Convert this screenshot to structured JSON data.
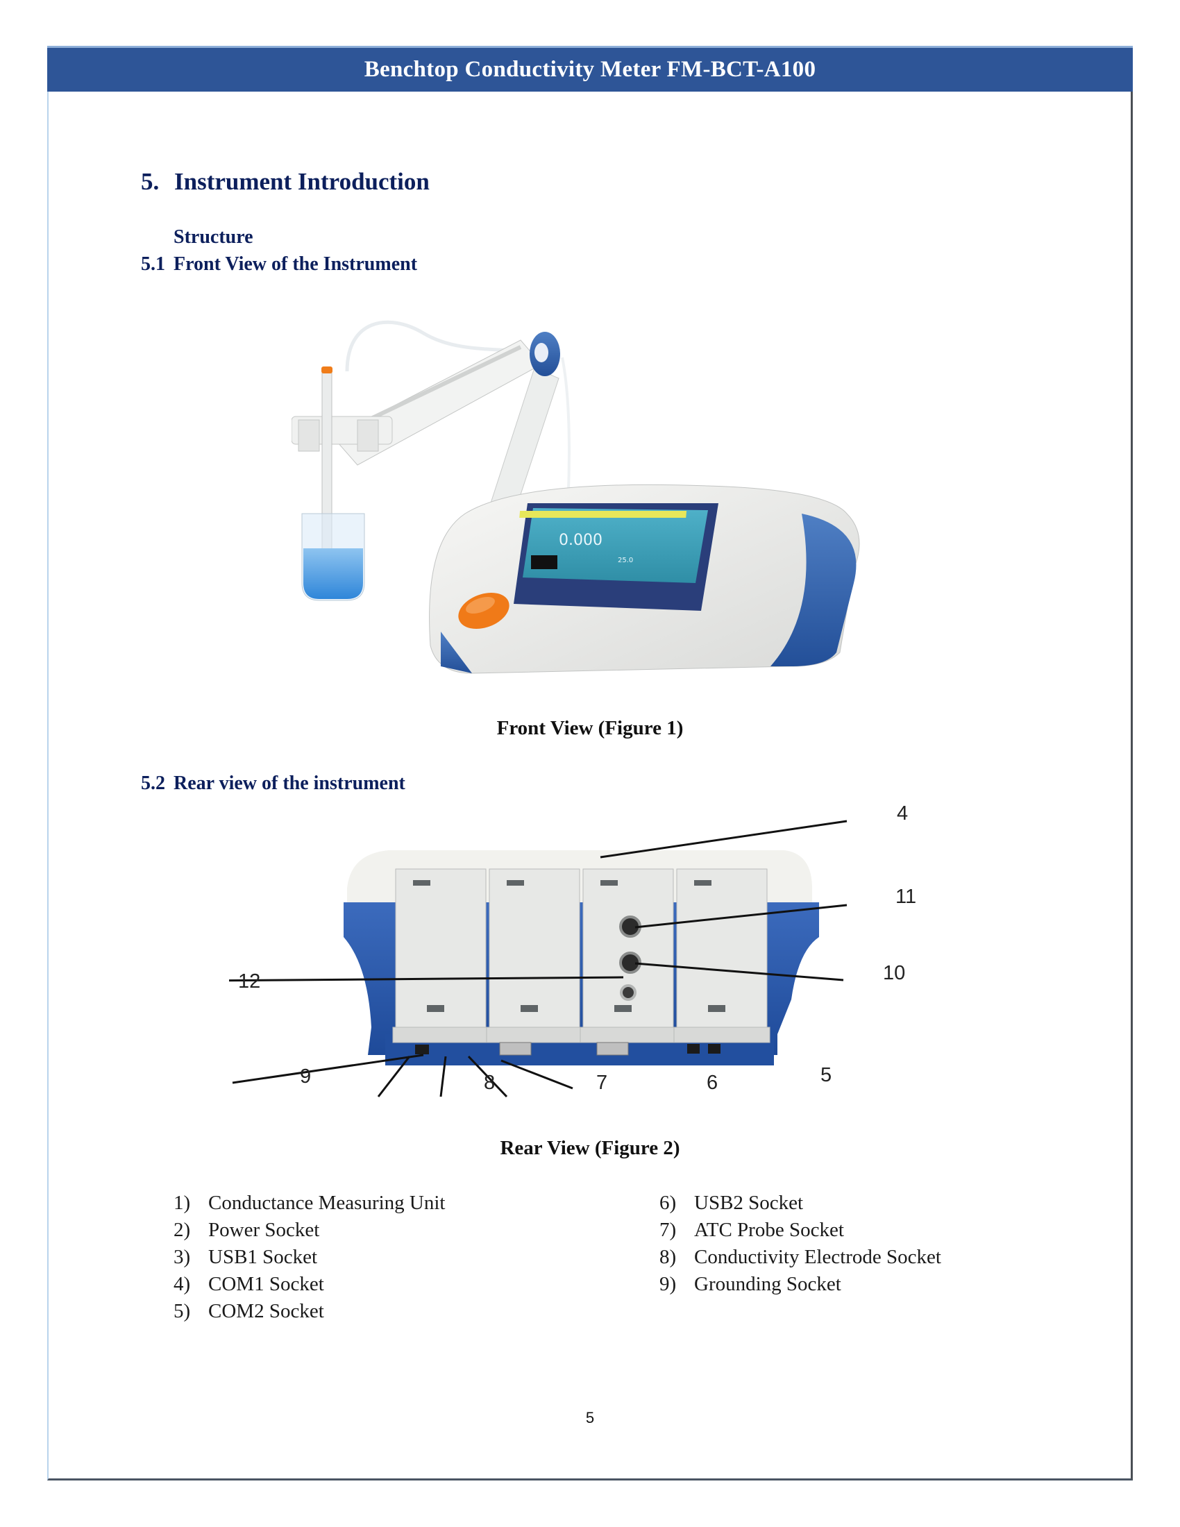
{
  "header": {
    "title": "Benchtop Conductivity Meter FM-BCT-A100",
    "band_color": "#2e5597"
  },
  "section": {
    "number": "5.",
    "title": "Instrument Introduction",
    "subheading": "Structure"
  },
  "subsections": [
    {
      "number": "5.1",
      "title": "Front View of the Instrument"
    },
    {
      "number": "5.2",
      "title": "Rear view of the instrument"
    }
  ],
  "figures": {
    "front": {
      "caption": "Front View (Figure 1)",
      "screen_reading": "0.000",
      "screen_temp": "25.0"
    },
    "rear": {
      "caption": "Rear View (Figure 2)",
      "callouts": [
        "4",
        "11",
        "10",
        "12",
        "9",
        "8",
        "7",
        "6",
        "5"
      ]
    }
  },
  "parts_list": {
    "left": [
      {
        "n": "1)",
        "label": "Conductance Measuring Unit"
      },
      {
        "n": "2)",
        "label": "Power Socket"
      },
      {
        "n": "3)",
        "label": "USB1 Socket"
      },
      {
        "n": "4)",
        "label": "COM1 Socket"
      },
      {
        "n": "5)",
        "label": "COM2 Socket"
      }
    ],
    "right": [
      {
        "n": "6)",
        "label": "USB2 Socket"
      },
      {
        "n": "7)",
        "label": "ATC Probe Socket"
      },
      {
        "n": "8)",
        "label": "Conductivity Electrode Socket"
      },
      {
        "n": "9)",
        "label": "Grounding Socket"
      }
    ]
  },
  "footer": {
    "page_number": "5"
  }
}
